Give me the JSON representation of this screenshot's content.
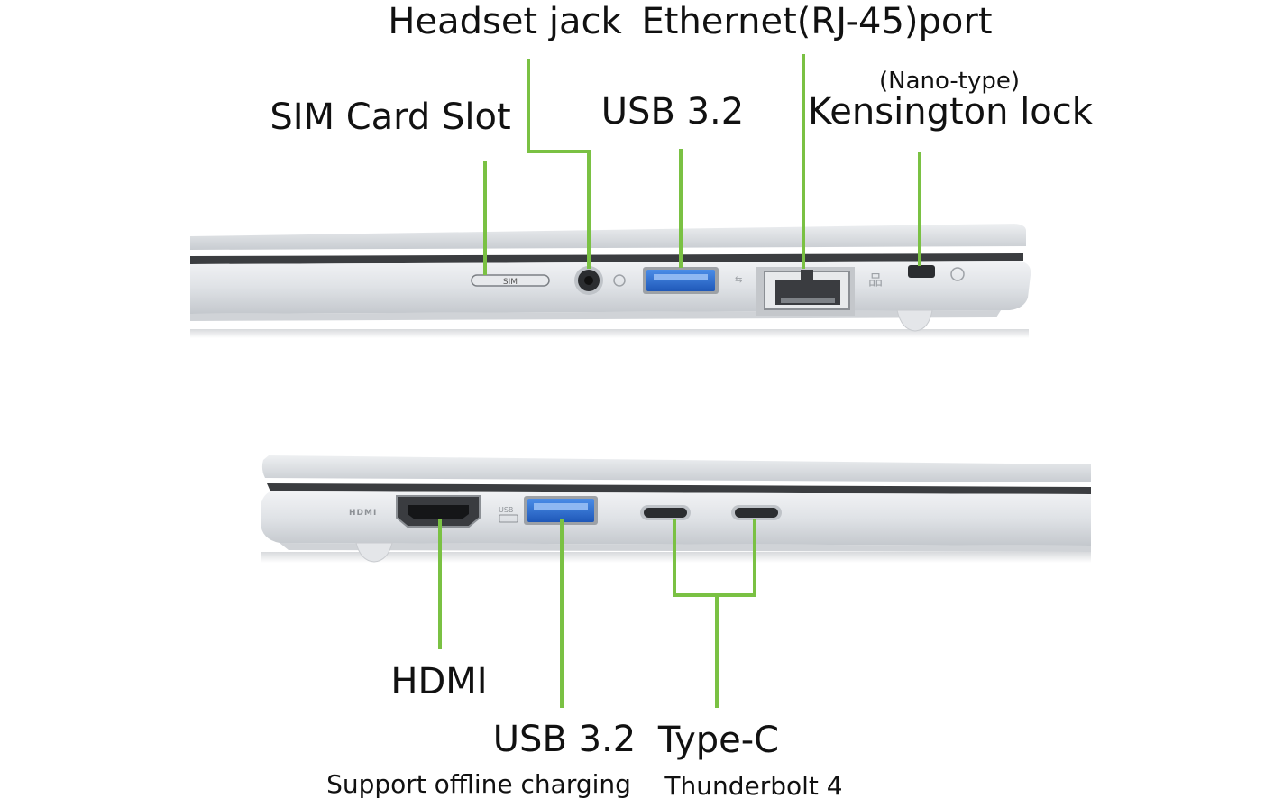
{
  "top_side": {
    "labels": {
      "headset_jack": "Headset jack",
      "ethernet_port": "Ethernet(RJ-45)port",
      "sim_card_slot": "SIM Card Slot",
      "usb_3_2": "USB 3.2",
      "kensington_note": "(Nano-type)",
      "kensington_lock": "Kensington lock"
    },
    "port_markings": {
      "sim": "SIM"
    }
  },
  "bottom_side": {
    "labels": {
      "hdmi": "HDMI",
      "usb_3_2": "USB 3.2",
      "usb_note": "Support offline charging",
      "type_c": "Type-C",
      "type_c_note": "Thunderbolt 4"
    },
    "port_markings": {
      "hdmi": "HDMI",
      "usb": "USB"
    }
  },
  "colors": {
    "leader_line": "#7ac143",
    "laptop_silver": "#d9dce0",
    "usb_blue": "#2f6fd0",
    "port_dark": "#2a2a2a"
  }
}
